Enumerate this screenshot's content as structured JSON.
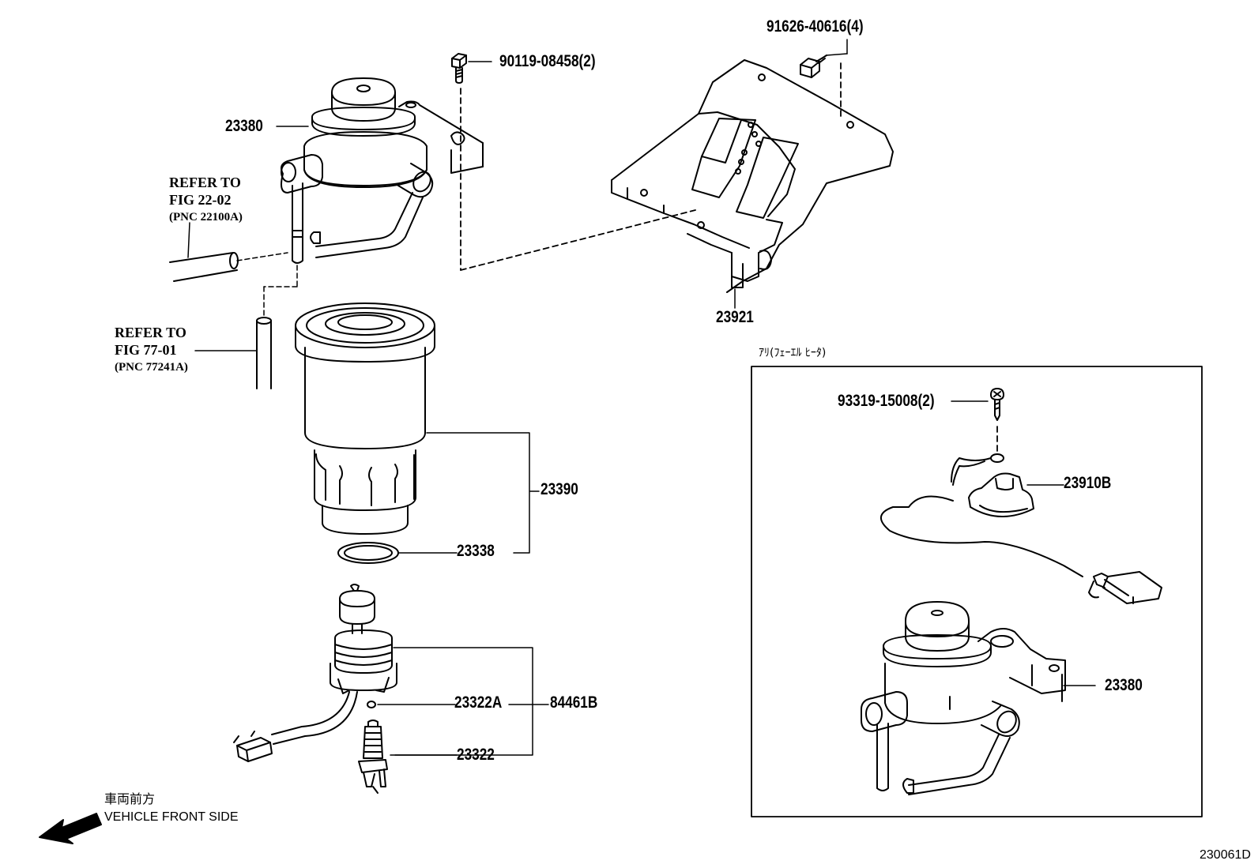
{
  "parts": {
    "bolt_top": "90119-08458(2)",
    "bolt_bracket": "91626-40616(4)",
    "filter_head": "23380",
    "bracket": "23921",
    "filter_element": "23390",
    "o_ring": "23338",
    "small_oring": "23322A",
    "sensor_assy": "84461B",
    "sensor_plug": "23322",
    "screw_inset": "93319-15008(2)",
    "heater": "23910B",
    "filter_head_inset": "23380"
  },
  "refs": {
    "ref1": {
      "line1": "REFER TO",
      "line2": "FIG 22-02",
      "line3": "(PNC 22100A)"
    },
    "ref2": {
      "line1": "REFER TO",
      "line2": "FIG 77-01",
      "line3": "(PNC 77241A)"
    }
  },
  "inset": {
    "title": "ｱﾘ(ﾌｪｰｴﾙ ﾋｰﾀ)"
  },
  "front": {
    "jp": "車両前方",
    "en": "VEHICLE FRONT SIDE"
  },
  "figure_code": "230061D"
}
